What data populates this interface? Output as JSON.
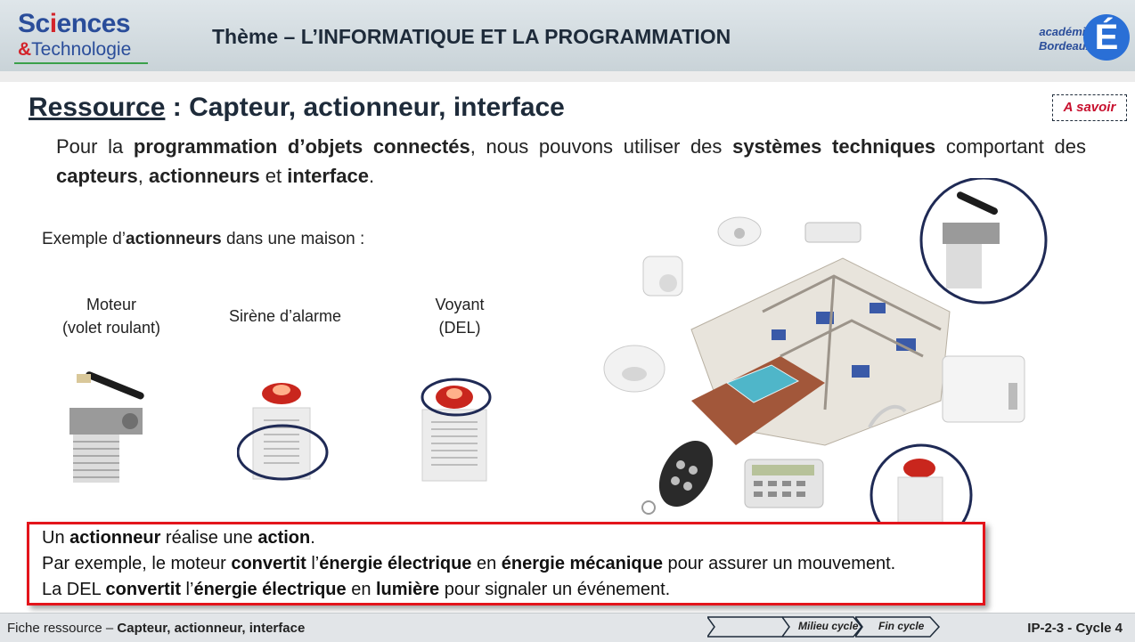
{
  "header": {
    "logo_sciences": [
      "Sc",
      "i",
      "ences"
    ],
    "logo_amp": "&",
    "logo_tech": "Technologie",
    "theme_title": "Thème – L’INFORMATIQUE ET LA PROGRAMMATION",
    "academy": [
      "académie",
      "Bordeaux"
    ],
    "academy_letter": "É"
  },
  "title": {
    "prefix": "Ressource",
    "rest": " : Capteur, actionneur, interface"
  },
  "badge": "A savoir",
  "intro": [
    {
      "t": "Pour la ",
      "b": false
    },
    {
      "t": "programmation d’objets connectés",
      "b": true
    },
    {
      "t": ", nous pouvons utiliser des ",
      "b": false
    },
    {
      "t": "systèmes techniques",
      "b": true
    },
    {
      "t": " comportant des ",
      "b": false
    },
    {
      "t": "capteurs",
      "b": true
    },
    {
      "t": ", ",
      "b": false
    },
    {
      "t": "actionneurs",
      "b": true
    },
    {
      "t": " et ",
      "b": false
    },
    {
      "t": "interface",
      "b": true
    },
    {
      "t": ".",
      "b": false
    }
  ],
  "example": {
    "a": "Exemple d’",
    "b": "actionneurs",
    "c": " dans une maison :"
  },
  "actuators": [
    {
      "line1": "Moteur",
      "line2": "(volet roulant)"
    },
    {
      "line1": "Sirène d’alarme",
      "line2": ""
    },
    {
      "line1": "Voyant",
      "line2": "(DEL)"
    }
  ],
  "info": [
    [
      {
        "t": "Un ",
        "b": false
      },
      {
        "t": "actionneur",
        "b": true
      },
      {
        "t": " réalise une ",
        "b": false
      },
      {
        "t": "action",
        "b": true
      },
      {
        "t": ".",
        "b": false
      }
    ],
    [
      {
        "t": "Par exemple, le moteur ",
        "b": false
      },
      {
        "t": "convertit",
        "b": true
      },
      {
        "t": " l’",
        "b": false
      },
      {
        "t": "énergie électrique",
        "b": true
      },
      {
        "t": " en ",
        "b": false
      },
      {
        "t": "énergie mécanique",
        "b": true
      },
      {
        "t": " pour assurer un mouvement.",
        "b": false
      }
    ],
    [
      {
        "t": "La DEL ",
        "b": false
      },
      {
        "t": "convertit",
        "b": true
      },
      {
        "t": " l’",
        "b": false
      },
      {
        "t": "énergie électrique",
        "b": true
      },
      {
        "t": " en ",
        "b": false
      },
      {
        "t": "lumière",
        "b": true
      },
      {
        "t": " pour signaler un événement.",
        "b": false
      }
    ]
  ],
  "footer": {
    "left_a": "Fiche ressource – ",
    "left_b": "Capteur, actionneur, interface",
    "nav": [
      "",
      "Milieu cycle",
      "Fin cycle"
    ],
    "right": "IP-2-3 - Cycle 4"
  },
  "colors": {
    "accent_red": "#e3141b",
    "title_dark": "#1e2b3a",
    "logo_blue": "#2a4d9a"
  }
}
